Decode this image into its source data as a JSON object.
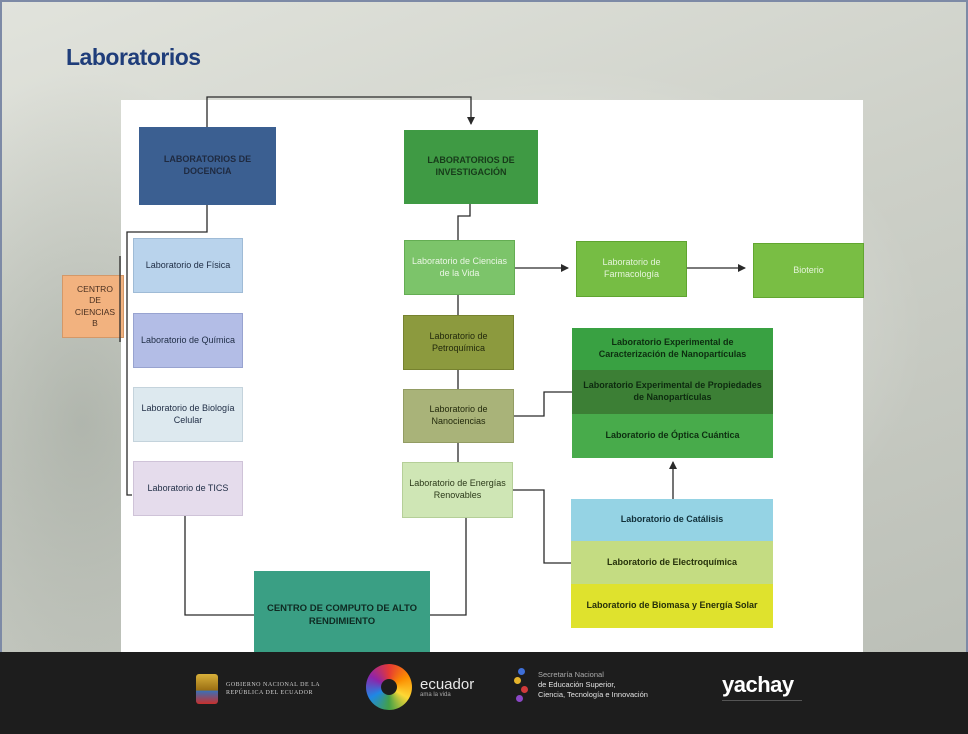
{
  "slide": {
    "title": "Laboratorios"
  },
  "colors": {
    "docencia": "#3b5f91",
    "investigacion": "#3f9a44",
    "centro_ciencias": "#f2b27f",
    "centro_computo": "#3a9f84"
  },
  "diagram": {
    "docencia": "LABORATORIOS DE DOCENCIA",
    "investigacion": "LABORATORIOS DE INVESTIGACIÓN",
    "centro_ciencias": "CENTRO DE CIENCIAS B",
    "docencia_labs": [
      "Laboratorio de Física",
      "Laboratorio de Química",
      "Laboratorio de Biología Celular",
      "Laboratorio de TICS"
    ],
    "investigacion_labs": [
      "Laboratorio de Ciencias de la Vida",
      "Laboratorio de Petroquímica",
      "Laboratorio de Nanociencias",
      "Laboratorio de Energías Renovables"
    ],
    "farmacologia": "Laboratorio de Farmacología",
    "bioterio": "Bioterio",
    "nano_labs": [
      "Laboratorio Experimental de Caracterización de Nanopartículas",
      "Laboratorio Experimental de Propiedades de Nanopartículas",
      "Laboratorio de Óptica Cuántica"
    ],
    "energia_labs": [
      "Laboratorio de Catálisis",
      "Laboratorio de Electroquímica",
      "Laboratorio de Biomasa y Energía Solar"
    ],
    "centro_computo": "CENTRO DE COMPUTO DE ALTO RENDIMIENTO"
  },
  "footer": {
    "gobierno": "Gobierno Nacional de la República del Ecuador",
    "ecuador": "ecuador",
    "ecuador_tagline": "ama la vida",
    "senescyt": [
      "Secretaría Nacional",
      "de Educación Superior,",
      "Ciencia, Tecnología e Innovación"
    ],
    "yachay": "yachay"
  }
}
